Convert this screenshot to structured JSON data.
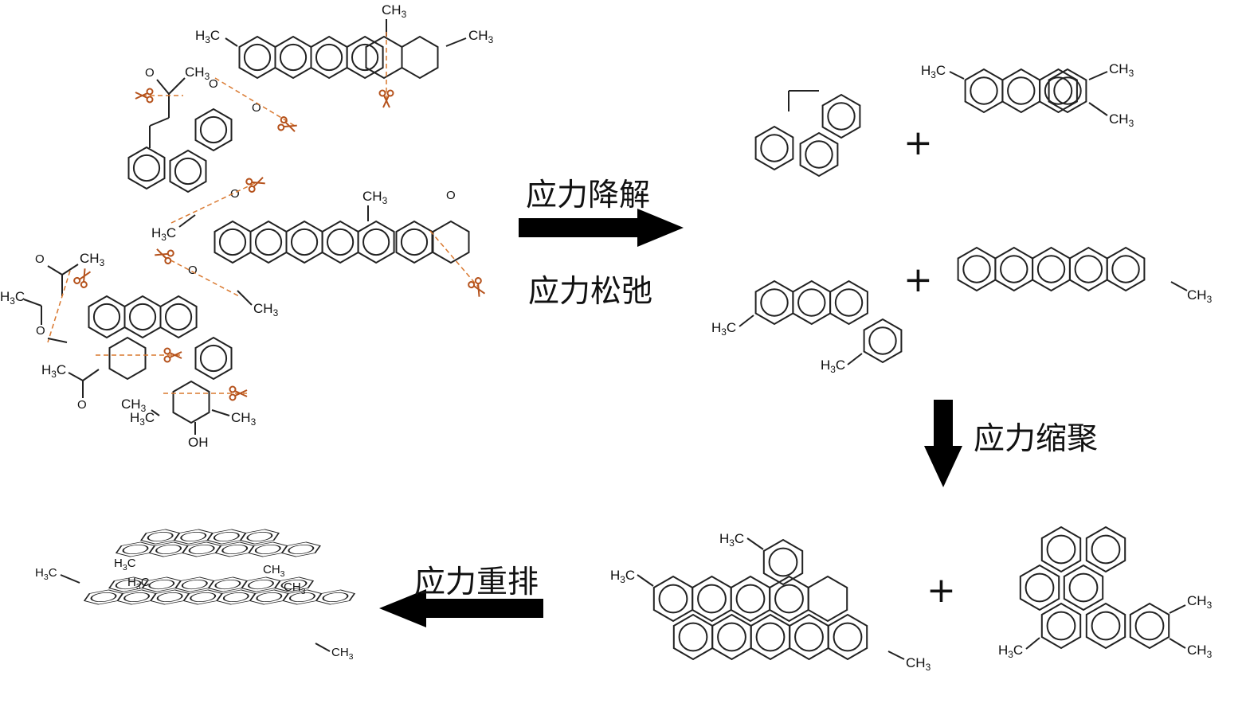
{
  "labels": {
    "degradation": "应力降解",
    "relaxation": "应力松弛",
    "condensation": "应力缩聚",
    "rearrangement": "应力重排"
  },
  "plus_sign": "+",
  "groups": {
    "ch3": "CH3",
    "h3c": "H3C",
    "oxygen": "O",
    "oh": "OH"
  },
  "colors": {
    "ink": "#111111",
    "cut_line": "#d9782f",
    "scissors": "#b5521c",
    "arrow": "#000000"
  },
  "icons": [
    "scissors-icon",
    "arrow-right",
    "arrow-down",
    "arrow-left"
  ]
}
